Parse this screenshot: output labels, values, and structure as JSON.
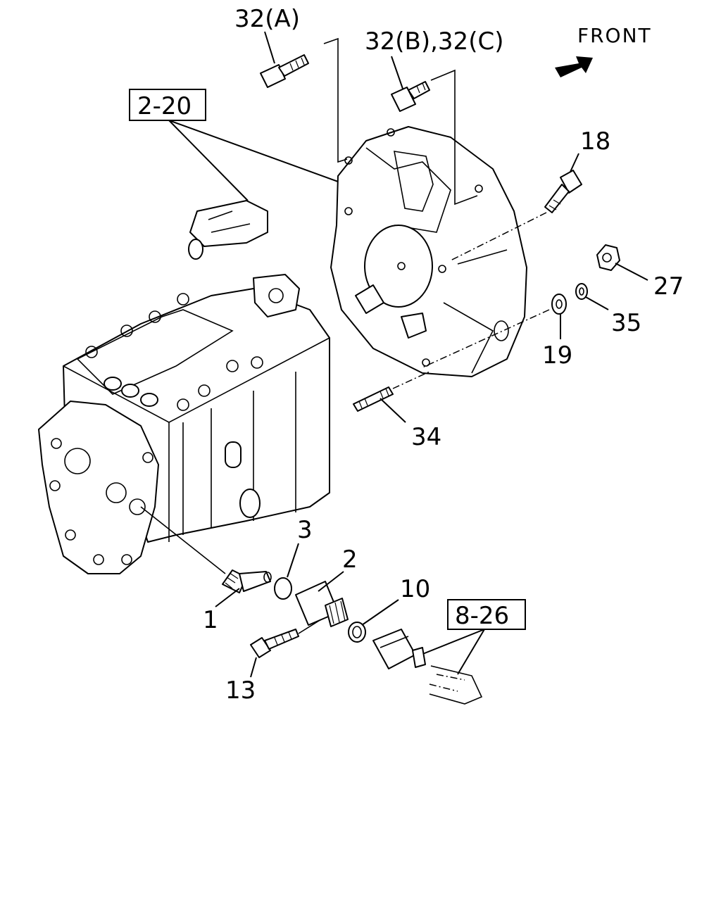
{
  "direction_label": "FRONT",
  "reference_boxes": [
    "2-20",
    "8-26"
  ],
  "callouts": {
    "p32a": "32(A)",
    "p32bc": "32(B),32(C)",
    "p18": "18",
    "p27": "27",
    "p35": "35",
    "p19": "19",
    "p34": "34",
    "p3": "3",
    "p2": "2",
    "p10": "10",
    "p1": "1",
    "p13": "13"
  }
}
